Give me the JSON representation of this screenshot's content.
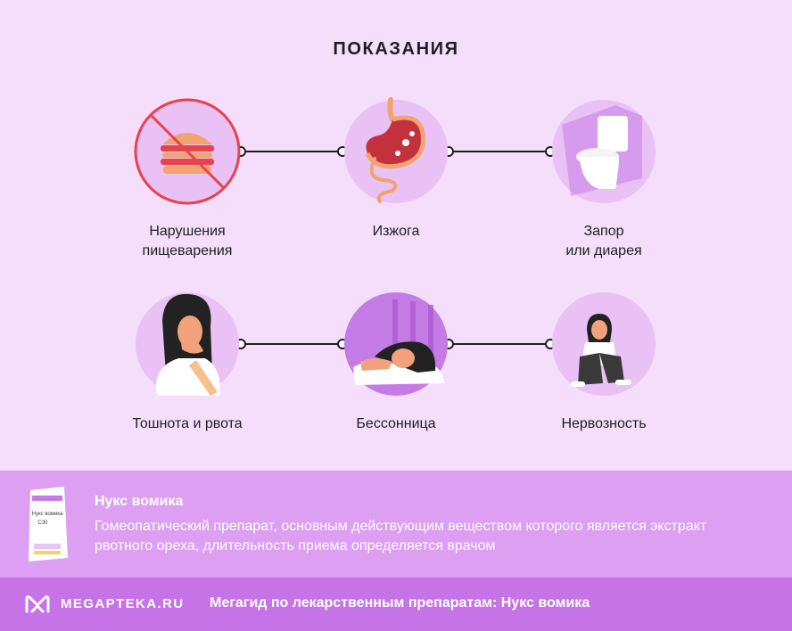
{
  "title": "ПОКАЗАНИЯ",
  "items": [
    {
      "label_line1": "Нарушения",
      "label_line2": "пищеварения",
      "icon": "no-burger-icon"
    },
    {
      "label_line1": "Изжога",
      "label_line2": "",
      "icon": "stomach-icon"
    },
    {
      "label_line1": "Запор",
      "label_line2": "или диарея",
      "icon": "toilet-icon"
    },
    {
      "label_line1": "Тошнота и рвота",
      "label_line2": "",
      "icon": "nausea-woman-icon"
    },
    {
      "label_line1": "Бессонница",
      "label_line2": "",
      "icon": "insomnia-woman-icon"
    },
    {
      "label_line1": "Нервозность",
      "label_line2": "",
      "icon": "nervous-woman-icon"
    }
  ],
  "drug": {
    "name": "Нукс вомика",
    "description": "Гомеопатический препарат, основным действующим веществом которого является экстракт рвотного ореха, длительность приема определяется врачом",
    "box_label": "Нукс вомика",
    "box_dose": "C30"
  },
  "footer": {
    "logo": "MEGAPTEKA.RU",
    "text": "Мегагид по лекарственным препаратам: Нукс вомика"
  },
  "colors": {
    "background": "#f5defb",
    "circle": "#eac1f5",
    "band": "#dc9ff1",
    "footer": "#c573e6",
    "forbid": "#e8424a"
  }
}
